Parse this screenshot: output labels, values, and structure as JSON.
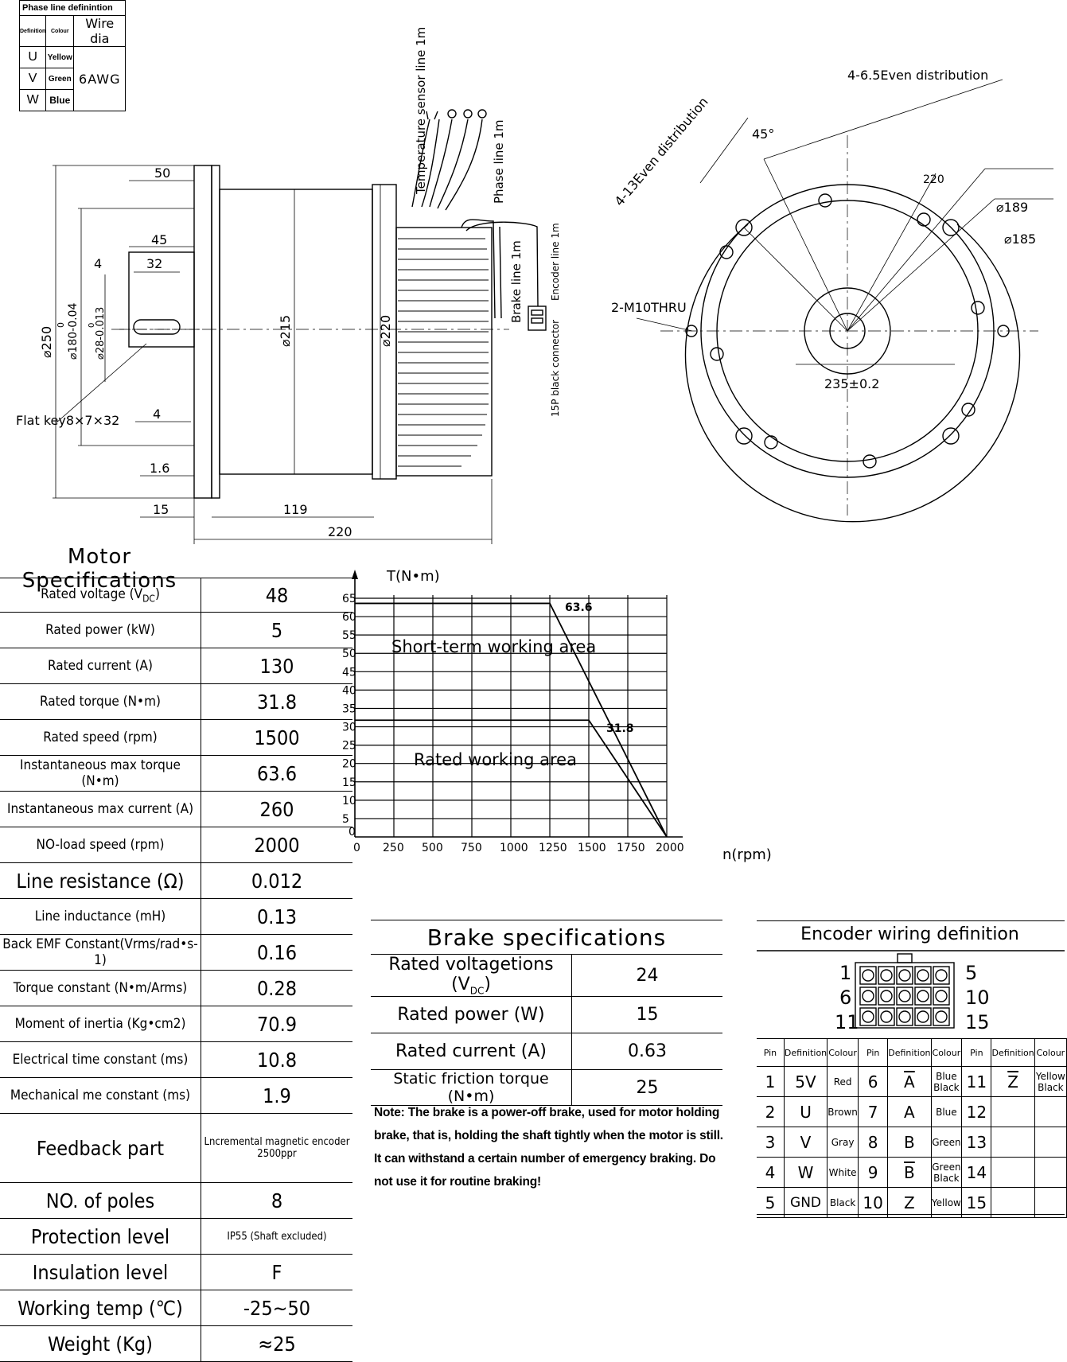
{
  "phase_table": {
    "title": "Phase line definintion",
    "headers": [
      "Definition",
      "Colour",
      "Wire dia"
    ],
    "rows": [
      {
        "def": "U",
        "colour": "Yellow"
      },
      {
        "def": "V",
        "colour": "Green"
      },
      {
        "def": "W",
        "colour": "Blue"
      }
    ],
    "wire_dia": "6AWG"
  },
  "side_drawing": {
    "temp_sensor": "Temperature sensor line 1m",
    "phase_line": "Phase line 1m",
    "brake_line": "Brake line 1m",
    "encoder_line": "Encoder line 1m",
    "connector": "15P black connector",
    "flat_key": "Flat key8×7×32",
    "dims": {
      "d50": "50",
      "d45": "45",
      "d4a": "4",
      "d32": "32",
      "d4b": "4",
      "d1_6": "1.6",
      "d15": "15",
      "d119": "119",
      "d220": "220",
      "phi250": "⌀250",
      "phi180": "⌀180-0.04",
      "phi180_tol": "0",
      "phi28": "⌀28-0.013",
      "phi28_tol": "0",
      "phi215": "⌀215",
      "phi220": "⌀220"
    }
  },
  "front_drawing": {
    "holes_a": "4-6.5Even distribution",
    "holes_b": "4-13Even distribution",
    "angle": "45°",
    "d220": "220",
    "phi189": "⌀189",
    "phi185": "⌀185",
    "thread": "2-M10THRU",
    "d235": "235±0.2"
  },
  "motor_spec": {
    "title": "Motor Specifications",
    "rows": [
      {
        "label": "Rated voltage (V",
        "sub": "DC",
        "tail": ")",
        "value": "48"
      },
      {
        "label": "Rated power (kW)",
        "value": "5"
      },
      {
        "label": "Rated current (A)",
        "value": "130"
      },
      {
        "label": "Rated torque (N•m)",
        "value": "31.8"
      },
      {
        "label": "Rated speed (rpm)",
        "value": "1500"
      },
      {
        "label": "Instantaneous max torque (N•m)",
        "value": "63.6"
      },
      {
        "label": "Instantaneous max current (A)",
        "value": "260"
      },
      {
        "label": "NO-load speed (rpm)",
        "value": "2000"
      },
      {
        "label": "Line resistance (Ω)",
        "value": "0.012"
      },
      {
        "label": "Line inductance (mH)",
        "value": "0.13"
      },
      {
        "label": "Back EMF Constant(Vrms/rad•s-1)",
        "value": "0.16"
      },
      {
        "label": "Torque constant (N•m/Arms)",
        "value": "0.28"
      },
      {
        "label": "Moment of inertia (Kg•cm2)",
        "value": "70.9"
      },
      {
        "label": "Electrical time constant (ms)",
        "value": "10.8"
      },
      {
        "label": "Mechanical me constant (ms)",
        "value": "1.9"
      },
      {
        "label": "Feedback part",
        "value": "Lncremental magnetic encoder 2500ppr"
      },
      {
        "label": "NO. of poles",
        "value": "8"
      },
      {
        "label": "Protection level",
        "value": "IP55 (Shaft excluded)"
      },
      {
        "label": "Insulation level",
        "value": "F"
      },
      {
        "label": "Working temp (℃)",
        "value": "-25~50"
      },
      {
        "label": "Weight (Kg)",
        "value": "≈25"
      }
    ]
  },
  "chart_data": {
    "type": "line",
    "xlabel": "n(rpm)",
    "ylabel": "T(N•m)",
    "xlim": [
      0,
      2000
    ],
    "ylim": [
      0,
      65
    ],
    "x_ticks": [
      0,
      250,
      500,
      750,
      1000,
      1250,
      1500,
      1750,
      2000
    ],
    "y_ticks": [
      0,
      5,
      10,
      15,
      20,
      25,
      30,
      35,
      40,
      45,
      50,
      55,
      60,
      65
    ],
    "grid": true,
    "series": [
      {
        "x": [
          0,
          1250,
          2000
        ],
        "y": [
          63.6,
          63.6,
          0
        ]
      },
      {
        "x": [
          0,
          1500,
          2000
        ],
        "y": [
          31.8,
          31.8,
          0
        ]
      }
    ],
    "annotations": [
      "63.6",
      "31.8",
      "Short-term working area",
      "Rated working area"
    ]
  },
  "brake_spec": {
    "title": "Brake specifications",
    "rows": [
      {
        "label": "Rated voltagetions (VDC)",
        "value": "24"
      },
      {
        "label": "Rated power (W)",
        "value": "15"
      },
      {
        "label": "Rated current (A)",
        "value": "0.63"
      },
      {
        "label": "Static friction torque (N•m)",
        "value": "25"
      }
    ],
    "note": "Note: The brake is a power-off brake, used for motor holding brake, that is, holding the shaft tightly when the motor is still. It can withstand a certain number of emergency braking. Do not use it for routine braking!"
  },
  "encoder": {
    "title": "Encoder wiring definition",
    "pin_labels": [
      "1",
      "5",
      "6",
      "10",
      "11",
      "15"
    ],
    "headers": [
      "Pin",
      "Definition",
      "Colour",
      "Pin",
      "Definition",
      "Colour",
      "Pin",
      "Definition",
      "Colour"
    ],
    "rows": [
      [
        {
          "p": "1",
          "d": "5V",
          "c": "Red"
        },
        {
          "p": "6",
          "d": "A",
          "c": "Blue Black",
          "ov": true
        },
        {
          "p": "11",
          "d": "Z",
          "c": "Yellow Black",
          "ov": true
        }
      ],
      [
        {
          "p": "2",
          "d": "U",
          "c": "Brown"
        },
        {
          "p": "7",
          "d": "A",
          "c": "Blue"
        },
        {
          "p": "12",
          "d": "",
          "c": ""
        }
      ],
      [
        {
          "p": "3",
          "d": "V",
          "c": "Gray"
        },
        {
          "p": "8",
          "d": "B",
          "c": "Green"
        },
        {
          "p": "13",
          "d": "",
          "c": ""
        }
      ],
      [
        {
          "p": "4",
          "d": "W",
          "c": "White"
        },
        {
          "p": "9",
          "d": "B",
          "c": "Green Black",
          "ov": true
        },
        {
          "p": "14",
          "d": "",
          "c": ""
        }
      ],
      [
        {
          "p": "5",
          "d": "GND",
          "c": "Black"
        },
        {
          "p": "10",
          "d": "Z",
          "c": "Yellow"
        },
        {
          "p": "15",
          "d": "",
          "c": ""
        }
      ]
    ]
  }
}
